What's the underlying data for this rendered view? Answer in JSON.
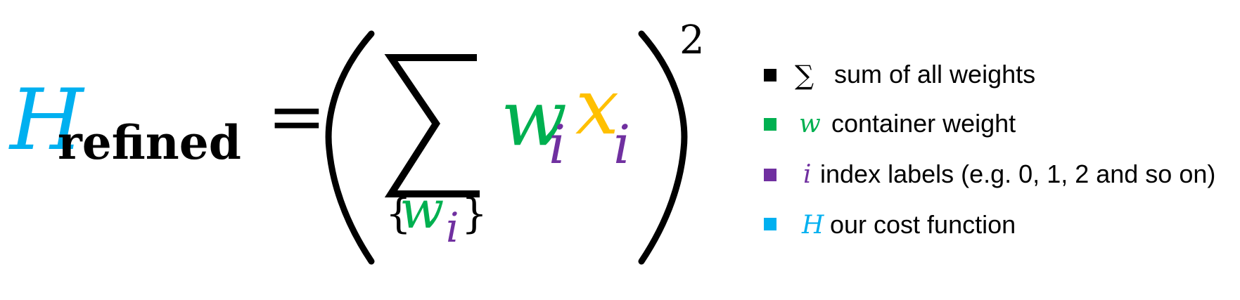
{
  "equation": {
    "lhs_symbol": "H",
    "lhs_subscript": "refined",
    "equals": "=",
    "sum_symbol": "∑",
    "sum_index_open": "{",
    "sum_index_var": "w",
    "sum_index_sub": "i",
    "sum_index_close": "}",
    "term_w": "w",
    "term_w_sub": "i",
    "term_x": "x",
    "term_x_sub": "i",
    "exponent": "2"
  },
  "legend": [
    {
      "symbol": "∑",
      "text": "sum of all weights",
      "swatch_color": "#000000",
      "symbol_color": "#000000"
    },
    {
      "symbol": "w",
      "text": "container weight",
      "swatch_color": "#00b050",
      "symbol_color": "#00b050"
    },
    {
      "symbol": "i",
      "text": "index labels (e.g. 0, 1, 2 and so on)",
      "swatch_color": "#7030a0",
      "symbol_color": "#7030a0"
    },
    {
      "symbol": "H",
      "text": "our cost function",
      "swatch_color": "#00b0f0",
      "symbol_color": "#00b0f0"
    }
  ],
  "colors": {
    "H": "#00b0f0",
    "w": "#00b050",
    "i": "#7030a0",
    "x": "#ffc000",
    "text": "#000000"
  }
}
